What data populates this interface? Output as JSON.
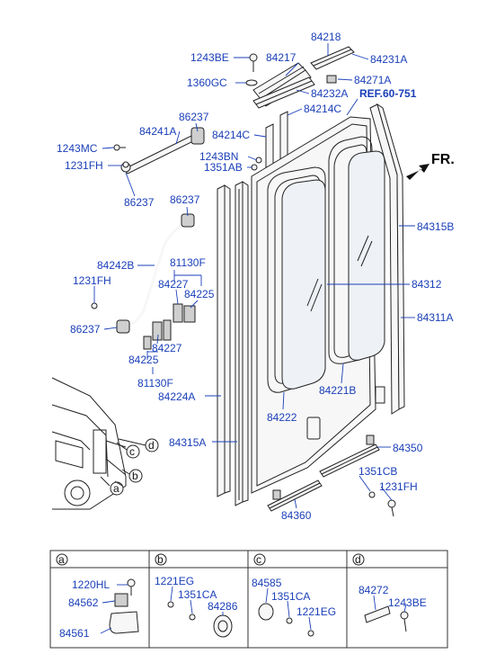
{
  "ref_label": "REF.60-751",
  "fr_label": "FR.",
  "labels": {
    "p84218": "84218",
    "p1243BE": "1243BE",
    "p84217": "84217",
    "p84231A": "84231A",
    "p84271A": "84271A",
    "p1360GC": "1360GC",
    "p84232A": "84232A",
    "p84214C_a": "84214C",
    "p86237_a": "86237",
    "p84241A": "84241A",
    "p84214C_b": "84214C",
    "p1243MC": "1243MC",
    "p1243BN": "1243BN",
    "p1231FH_a": "1231FH",
    "p1351AB": "1351AB",
    "p86237_b": "86237",
    "p86237_c": "86237",
    "p84315B": "84315B",
    "p84242B": "84242B",
    "p81130F_a": "81130F",
    "p84227_a": "84227",
    "p84225_a": "84225",
    "p1231FH_b": "1231FH",
    "p84312": "84312",
    "p84311A": "84311A",
    "p86237_d": "86237",
    "p84227_b": "84227",
    "p84225_b": "84225",
    "p81130F_b": "81130F",
    "p84224A": "84224A",
    "p84221B": "84221B",
    "p84222": "84222",
    "p84315A": "84315A",
    "p84350": "84350",
    "p1351CB": "1351CB",
    "p1231FH_c": "1231FH",
    "p84360": "84360"
  },
  "callouts": [
    "a",
    "b",
    "c",
    "d"
  ],
  "table": {
    "headers": [
      "a",
      "b",
      "c",
      "d"
    ],
    "cell_a": [
      "1220HL",
      "84562",
      "84561"
    ],
    "cell_b": [
      "1221EG",
      "1351CA",
      "84286"
    ],
    "cell_c": [
      "84585",
      "1351CA",
      "1221EG"
    ],
    "cell_d": [
      "84272",
      "1243BE"
    ]
  }
}
